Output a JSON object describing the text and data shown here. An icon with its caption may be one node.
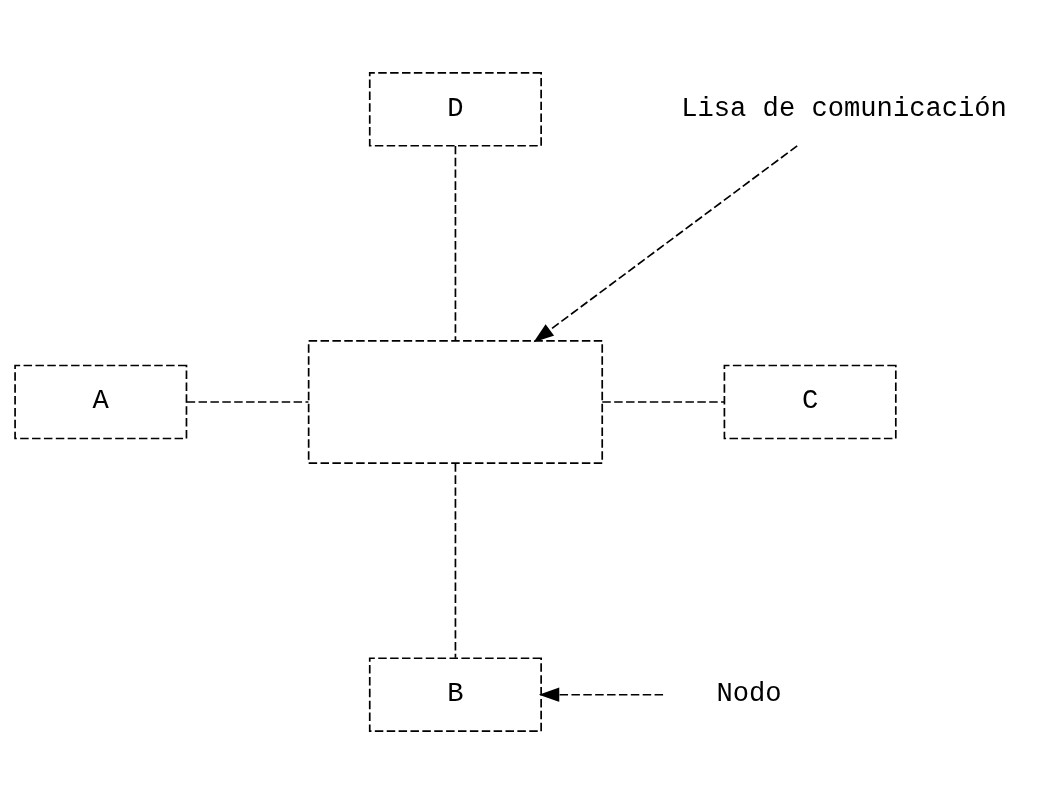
{
  "diagram": {
    "nodes": [
      {
        "text": [
          "D"
        ]
      },
      {
        "text": [
          "A"
        ]
      },
      {
        "text": [],
        "shape": "box"
      },
      {
        "text": [
          "C"
        ]
      },
      {
        "text": [
          "Lisa de comunicación"
        ]
      },
      {
        "text": [
          "B"
        ]
      },
      {
        "text": [
          "Nodo"
        ]
      }
    ],
    "edges": [
      {
        "from": 0,
        "to": 2,
        "arrow": "none",
        "style": "dashed"
      },
      {
        "from": 1,
        "to": 2,
        "arrow": "none",
        "style": "dashed"
      },
      {
        "from": 2,
        "to": 3,
        "arrow": "none",
        "style": "dashed"
      },
      {
        "from": 2,
        "to": 5,
        "arrow": "none",
        "style": "dashed"
      },
      {
        "from": 4,
        "to": 2,
        "arrow": "to",
        "style": "dashed"
      },
      {
        "from": 6,
        "to": 5,
        "arrow": "to",
        "style": "dashed"
      }
    ]
  }
}
